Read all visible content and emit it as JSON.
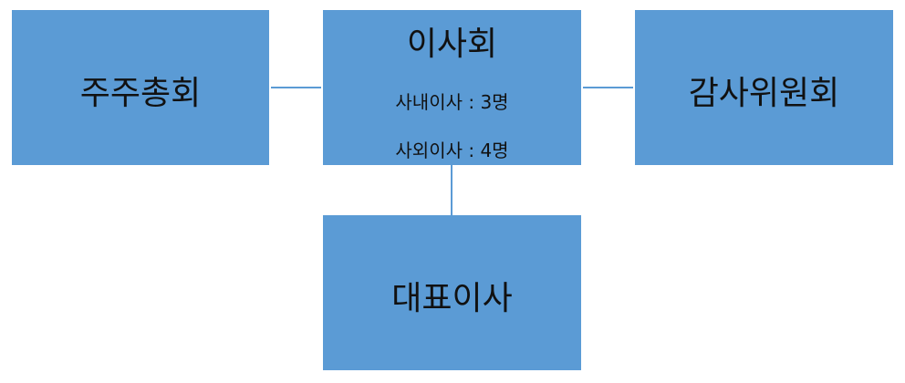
{
  "nodes": {
    "shareholders": {
      "label": "주주총회"
    },
    "board": {
      "label": "이사회",
      "inside_directors": "사내이사 : 3명",
      "outside_directors": "사외이사 : 4명"
    },
    "audit_committee": {
      "label": "감사위원회"
    },
    "ceo": {
      "label": "대표이사"
    }
  },
  "colors": {
    "box_fill": "#5b9bd5",
    "connector": "#5b9bd5",
    "text": "#111111"
  }
}
